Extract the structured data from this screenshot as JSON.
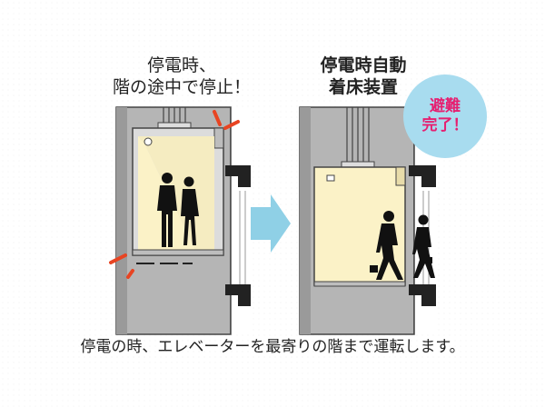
{
  "left_panel": {
    "label_lines": [
      "停電時、",
      "階の途中で停止！"
    ]
  },
  "right_panel": {
    "label_lines": [
      "停電時自動",
      "着床装置"
    ]
  },
  "badge": {
    "lines": [
      "避難",
      "完了！"
    ],
    "background_color": "#a8dcef",
    "text_color": "#e61f70"
  },
  "caption": "停電の時、エレベーターを最寄りの階まで運転します。",
  "colors": {
    "shaft": "#b3b3b3",
    "car_light": "#fbf2c7",
    "arrow": "#8fd0e6",
    "alert": "#e84422"
  },
  "icons": [
    "people-silhouette-icon",
    "walking-people-icon",
    "arrow-right-icon",
    "alert-marks-icon"
  ]
}
